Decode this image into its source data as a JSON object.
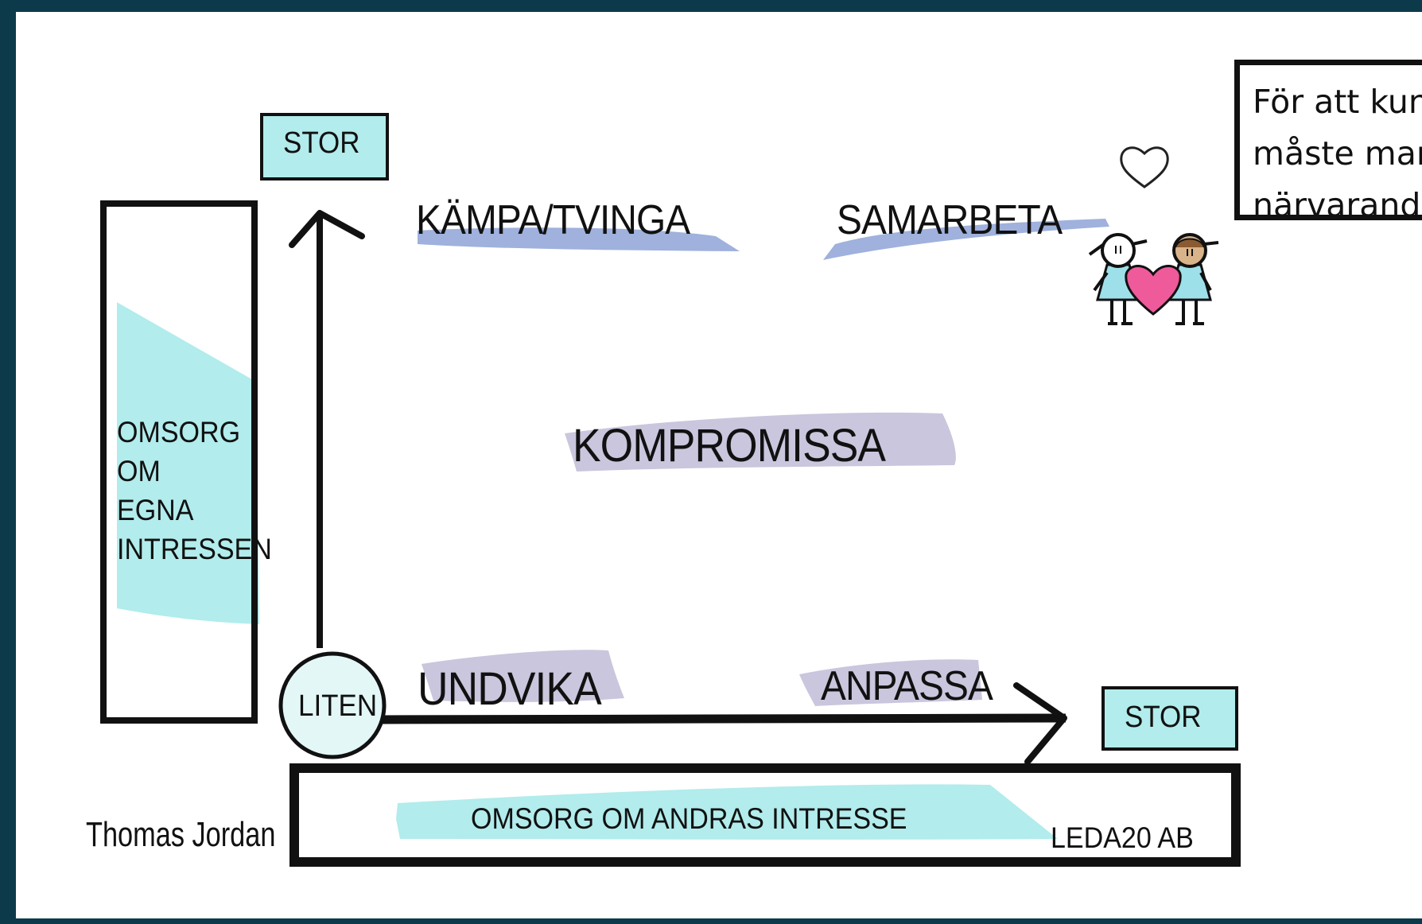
{
  "y_axis": {
    "top_label": "STOR",
    "bottom_label": "LITEN",
    "dimension_label_lines": [
      "OMSORG",
      "OM",
      "EGNA",
      "INTRESSEN"
    ]
  },
  "x_axis": {
    "right_label": "STOR",
    "dimension_label": "OMSORG OM ANDRAS INTRESSE"
  },
  "strategies": {
    "kampa": "KÄMPA/TVINGA",
    "samarbeta": "SAMARBETA",
    "kompromissa": "KOMPROMISSA",
    "undvika": "UNDVIKA",
    "anpassa": "ANPASSA"
  },
  "credits": {
    "author": "Thomas Jordan",
    "company": "LEDA20 AB"
  },
  "note_lines": [
    "För att kun",
    "måste man",
    "närvarand"
  ],
  "colors": {
    "frame": "#0c3a4a",
    "aqua": "#b2ecec",
    "blue_highlight": "#8ea3d6",
    "lavender_highlight": "#c9c6dd",
    "heart_pink": "#ee5a9a",
    "figure_blue": "#9ee0ea"
  },
  "icons": [
    "heart-outline-icon",
    "couple-with-heart-icon"
  ]
}
